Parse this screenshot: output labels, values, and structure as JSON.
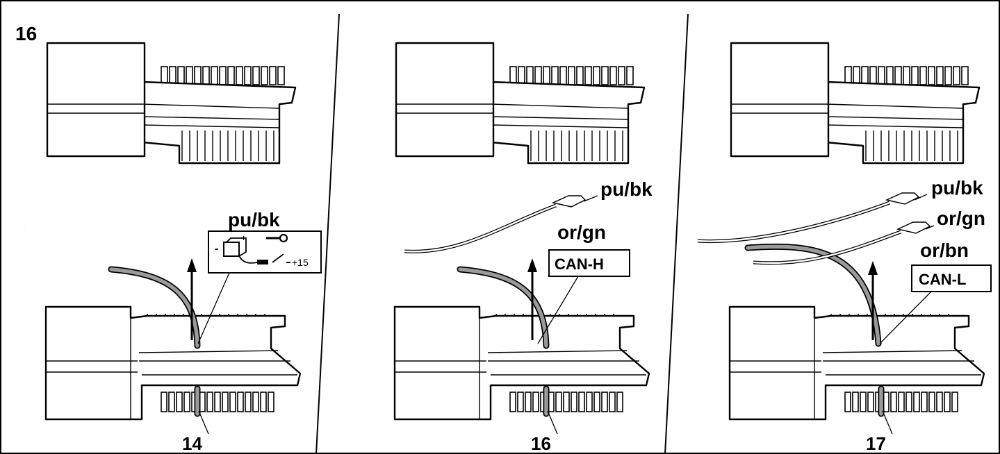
{
  "figure_number": "16",
  "panels": [
    {
      "step_number": "14",
      "wire_labels": [
        "pu/bk"
      ],
      "callout": {
        "type": "symbol",
        "symbol_label": "+15",
        "icons": [
          "battery-icon",
          "ignition-key-icon",
          "switch-icon"
        ]
      }
    },
    {
      "step_number": "16",
      "wire_labels": [
        "pu/bk",
        "or/gn"
      ],
      "callout": {
        "type": "text",
        "text": "CAN-H"
      }
    },
    {
      "step_number": "17",
      "wire_labels": [
        "pu/bk",
        "or/gn",
        "or/bn"
      ],
      "callout": {
        "type": "text",
        "text": "CAN-L"
      }
    }
  ],
  "colors": {
    "line": "#000000",
    "background": "#ffffff",
    "highlight_wire": "#9a9a9a"
  }
}
